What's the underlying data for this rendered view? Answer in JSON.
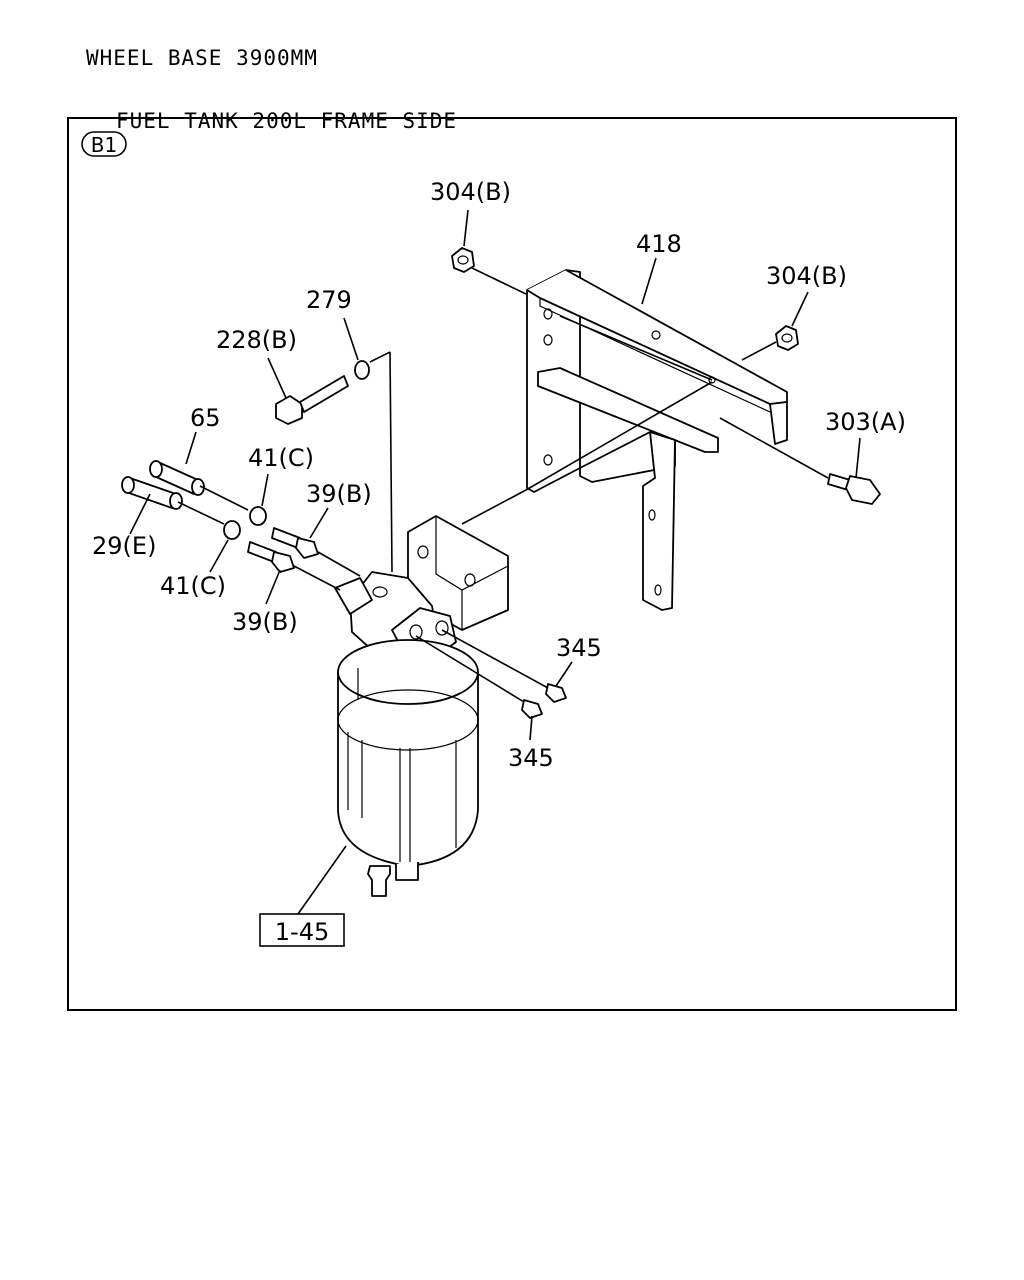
{
  "header": {
    "line1": "WHEEL BASE 3900MM",
    "line2": "FUEL TANK 200L FRAME SIDE"
  },
  "diagram": {
    "section_tag": "B1",
    "callouts": {
      "c304b_top": "304(B)",
      "c418": "418",
      "c304b_right": "304(B)",
      "c279": "279",
      "c228b": "228(B)",
      "c303a": "303(A)",
      "c65": "65",
      "c41c_top": "41(C)",
      "c39b_top": "39(B)",
      "c29e": "29(E)",
      "c41c_bottom": "41(C)",
      "c39b_bottom": "39(B)",
      "c345_top": "345",
      "c345_bottom": "345",
      "c1_45": "1-45"
    }
  }
}
